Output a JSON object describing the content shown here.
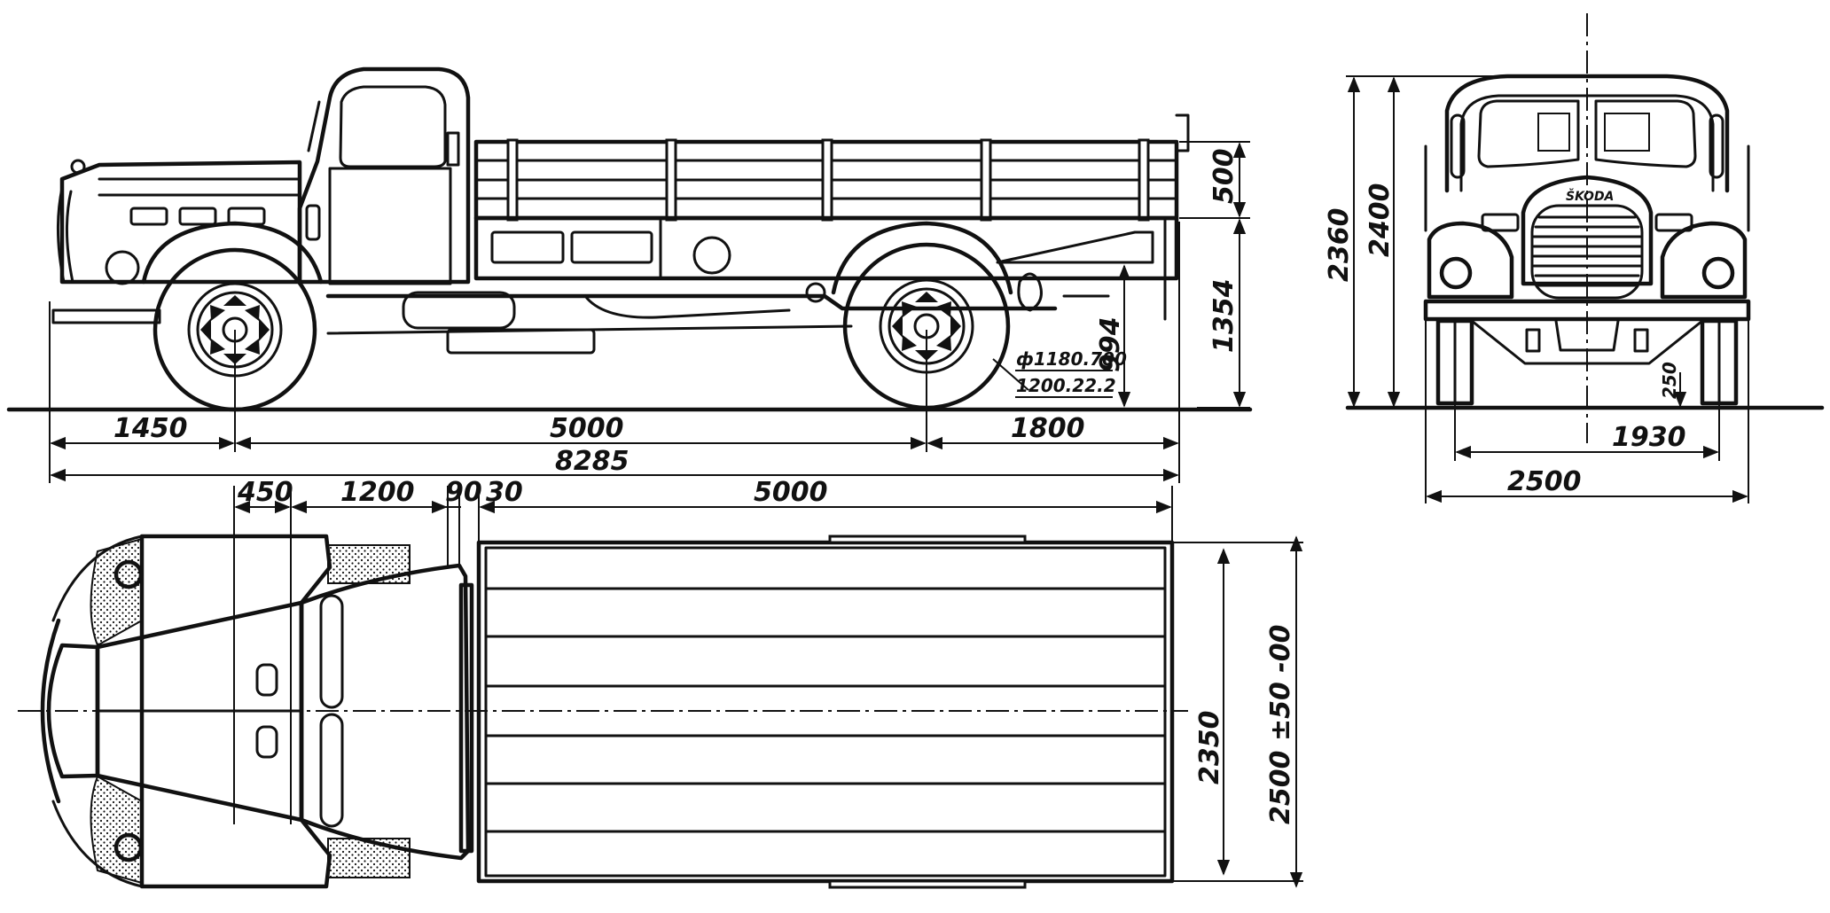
{
  "side_view": {
    "front_overhang": "1450",
    "wheelbase": "5000",
    "rear_overhang": "1800",
    "overall_length": "8285",
    "side_board_height": "500",
    "platform_height": "1354",
    "frame_height": "994",
    "tyre_size_1": "ф1180.700",
    "tyre_size_2": "1200.22.2"
  },
  "front_view": {
    "cab_height": "2360",
    "overall_height": "2400",
    "ground_clearance": "250",
    "track": "1930",
    "overall_width": "2500",
    "brand": "ŠKODA"
  },
  "top_view": {
    "dim_450": "450",
    "dim_1200": "1200",
    "dim_90": "90",
    "dim_30": "30",
    "body_length": "5000",
    "body_inner_width": "2350",
    "body_outer_width": "2500 ±50 -00"
  }
}
